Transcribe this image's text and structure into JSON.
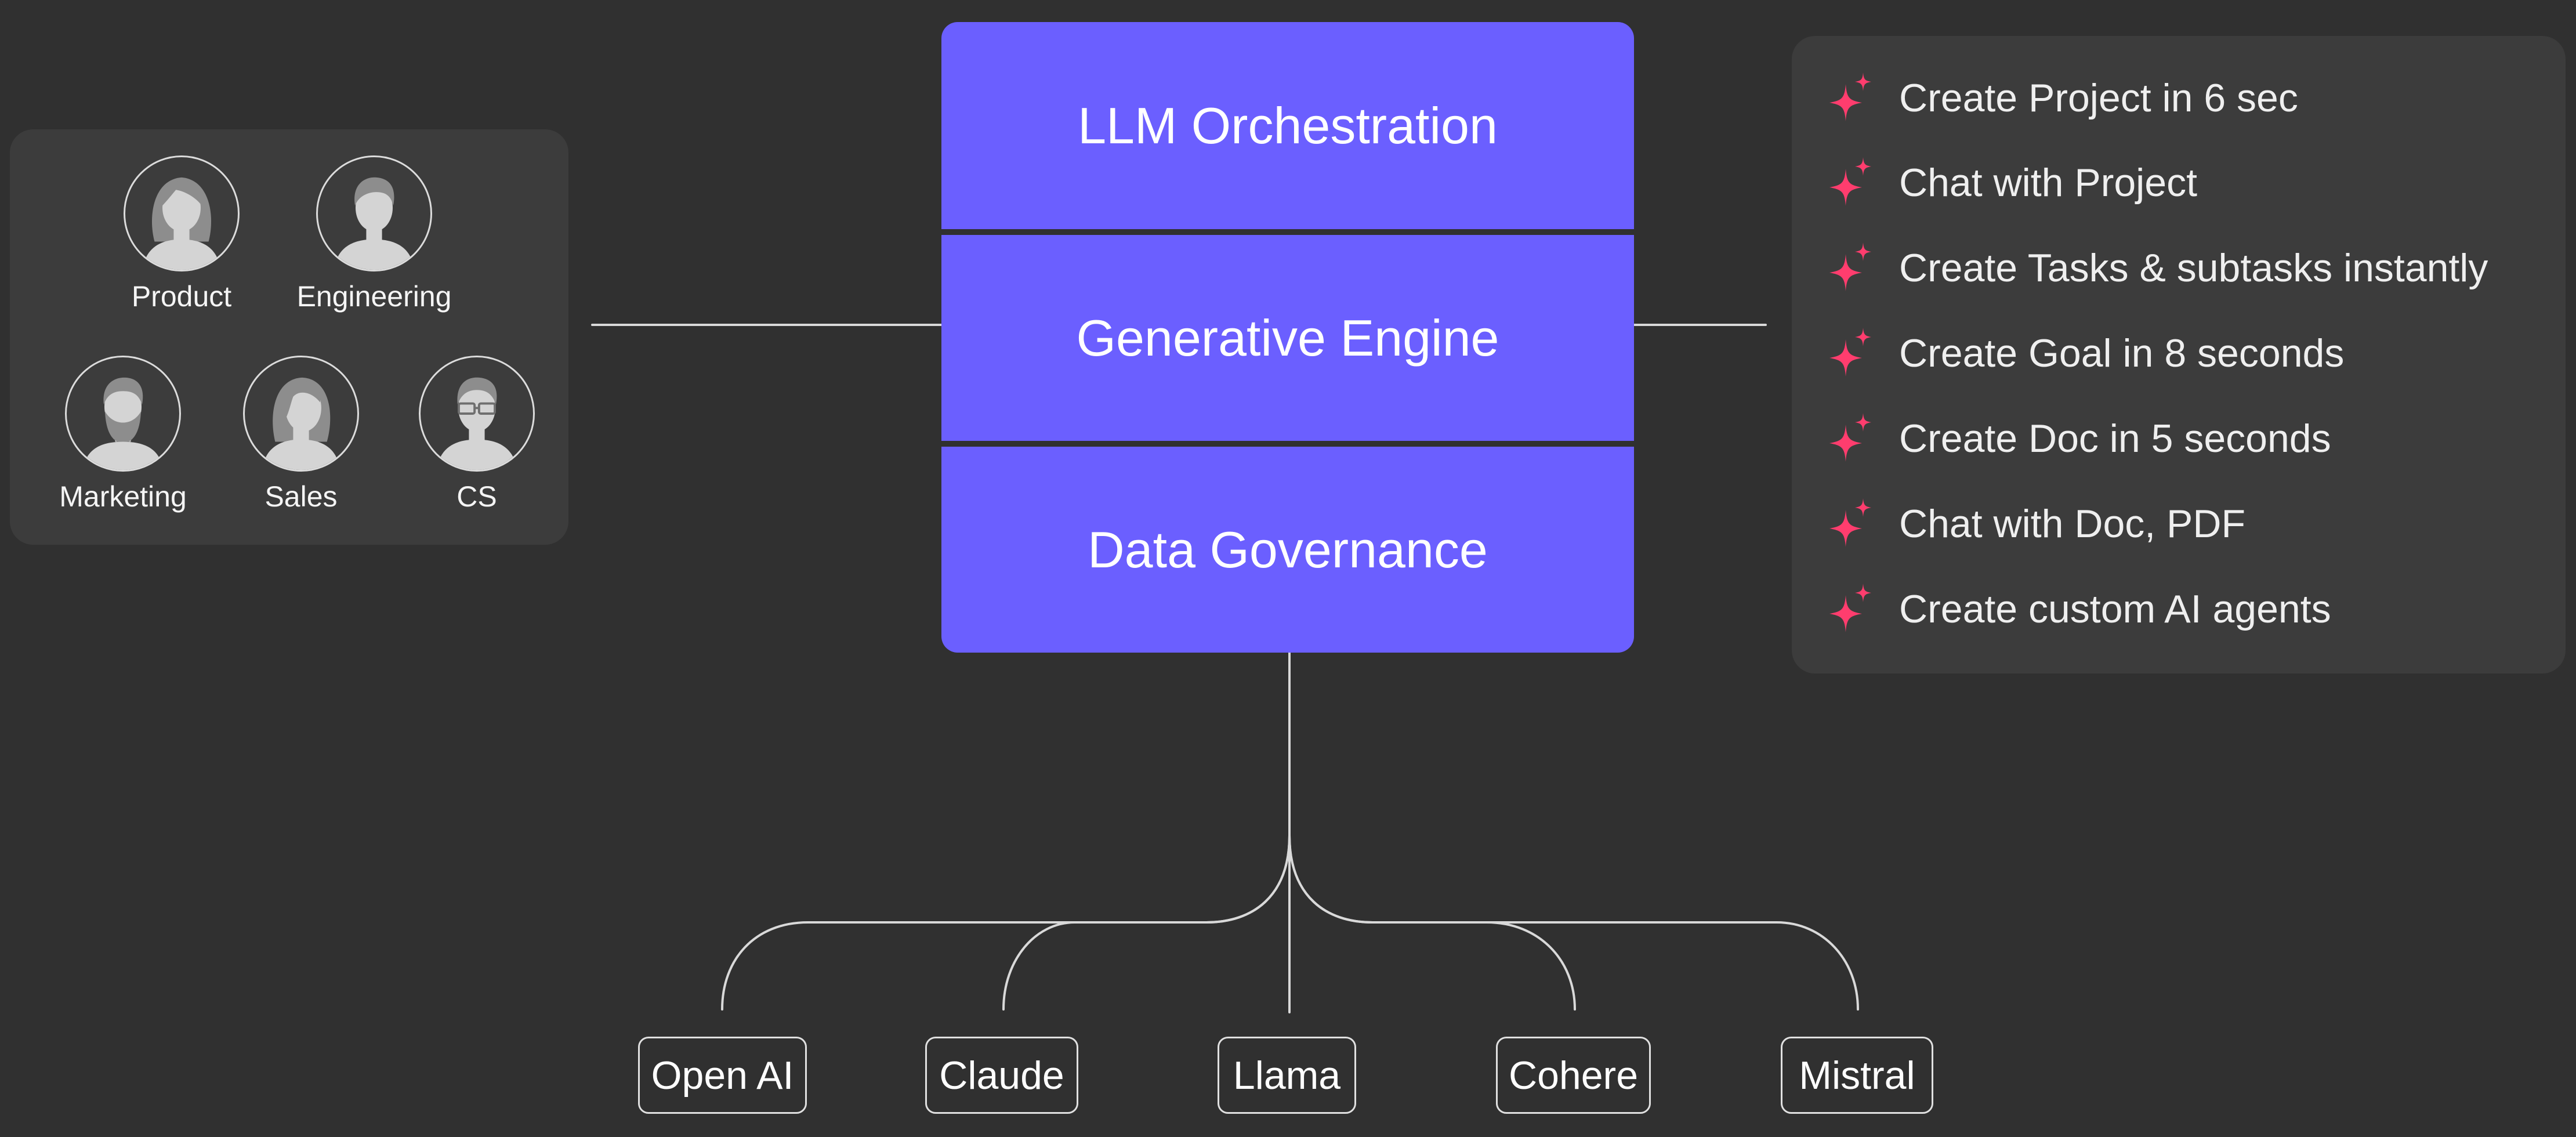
{
  "teams": [
    {
      "label": "Product"
    },
    {
      "label": "Engineering"
    },
    {
      "label": "Marketing"
    },
    {
      "label": "Sales"
    },
    {
      "label": "CS"
    }
  ],
  "stack": {
    "layers": [
      {
        "label": "LLM Orchestration"
      },
      {
        "label": "Generative Engine"
      },
      {
        "label": "Data Governance"
      }
    ]
  },
  "features": [
    {
      "label": "Create Project in 6 sec"
    },
    {
      "label": "Chat with Project"
    },
    {
      "label": "Create Tasks & subtasks instantly"
    },
    {
      "label": "Create Goal in 8 seconds"
    },
    {
      "label": "Create Doc in 5 seconds"
    },
    {
      "label": "Chat with Doc, PDF"
    },
    {
      "label": "Create custom AI agents"
    }
  ],
  "models": [
    {
      "label": "Open AI"
    },
    {
      "label": "Claude"
    },
    {
      "label": "Llama"
    },
    {
      "label": "Cohere"
    },
    {
      "label": "Mistral"
    }
  ],
  "colors": {
    "background": "#303030",
    "panel": "#3c3c3c",
    "stack": "#6b5fff",
    "spark": "#ff3d6e",
    "line": "#d9d9d9"
  },
  "icons": {
    "feature": "sparkle-icon",
    "team": "person-avatar-icon"
  }
}
